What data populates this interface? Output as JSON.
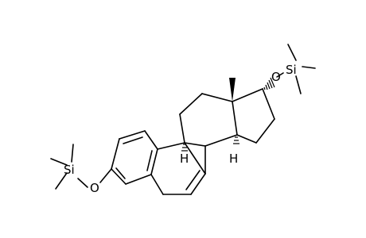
{
  "molecule": {
    "labels": {
      "o_left": "O",
      "si_left": "Si",
      "o_right": "O",
      "si_right": "Si",
      "h_c9": "H",
      "h_c14": "H"
    }
  },
  "colors": {
    "bond": "#000000",
    "background": "#ffffff"
  }
}
